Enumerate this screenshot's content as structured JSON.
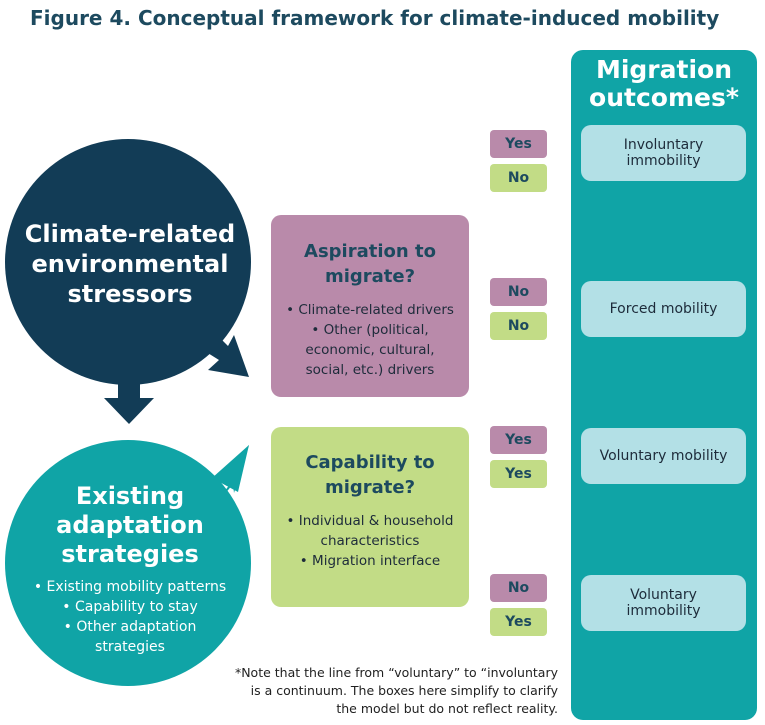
{
  "title": "Figure 4. Conceptual framework for climate-induced mobility",
  "stressors": {
    "lines": [
      "Climate-related",
      "environmental",
      "stressors"
    ]
  },
  "adaptation": {
    "lines": [
      "Existing",
      "adaptation",
      "strategies"
    ],
    "bullets": [
      "• Existing mobility patterns",
      "• Capability to stay",
      "• Other adaptation",
      "strategies"
    ]
  },
  "aspiration": {
    "title_lines": [
      "Aspiration to",
      "migrate?"
    ],
    "bullets": [
      "• Climate-related drivers",
      "• Other (political,",
      "economic, cultural,",
      "social, etc.) drivers"
    ]
  },
  "capability": {
    "title_lines": [
      "Capability to",
      "migrate?"
    ],
    "bullets": [
      "• Individual & household",
      "characteristics",
      "• Migration interface"
    ]
  },
  "decisions": [
    {
      "aspiration": "Yes",
      "capability": "No"
    },
    {
      "aspiration": "No",
      "capability": "No"
    },
    {
      "aspiration": "Yes",
      "capability": "Yes"
    },
    {
      "aspiration": "No",
      "capability": "Yes"
    }
  ],
  "outcomes": {
    "title_lines": [
      "Migration",
      "outcomes*"
    ],
    "items": [
      [
        "Involuntary",
        "immobility"
      ],
      [
        "Forced mobility"
      ],
      [
        "Voluntary mobility"
      ],
      [
        "Voluntary",
        "immobility"
      ]
    ]
  },
  "footnote": [
    "*Note that the line from “voluntary” to “involuntary",
    "is a continuum. The boxes here simplify to clarify",
    "the model but do not reflect reality."
  ],
  "colors": {
    "navy": "#123c56",
    "teal": "#10a4a6",
    "mauve": "#b98aaa",
    "lime": "#c2dc86",
    "outcome_box": "#b3e0e6",
    "title": "#1d4a5f"
  }
}
